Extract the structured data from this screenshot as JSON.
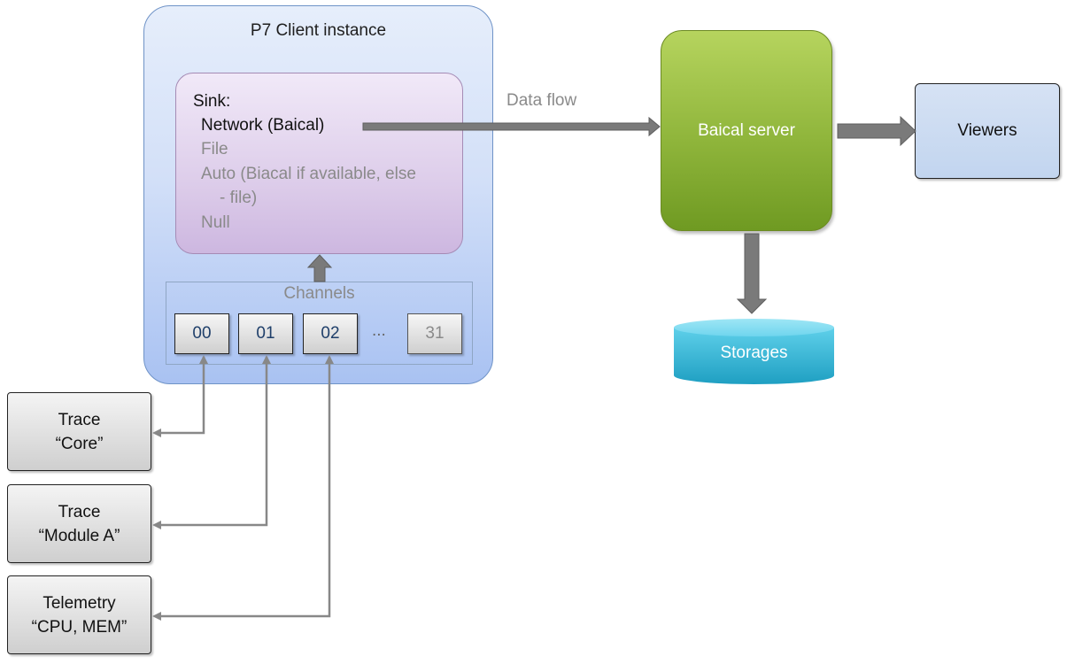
{
  "client": {
    "title": "P7 Client instance",
    "sink": {
      "label": "Sink:",
      "options": [
        "Network (Baical)",
        "File",
        "Auto (Biacal if available, else",
        "- file)",
        "Null"
      ]
    },
    "channels": {
      "title": "Channels",
      "items": [
        "00",
        "01",
        "02",
        "31"
      ],
      "ellipsis": "..."
    }
  },
  "sources": [
    {
      "line1": "Trace",
      "line2": "“Core”"
    },
    {
      "line1": "Trace",
      "line2": "“Module A”"
    },
    {
      "line1": "Telemetry",
      "line2": "“CPU, MEM”"
    }
  ],
  "data_flow_label": "Data flow",
  "server_label": "Baical server",
  "viewers_label": "Viewers",
  "storages_label": "Storages",
  "colors": {
    "client_border": "#6f93c7",
    "sink_fill": "#ddcdea",
    "server_fill": "#8fb53b",
    "storages_fill": "#3bb8d6",
    "viewers_fill": "#c9d9f0",
    "arrow": "#7a7a7a"
  }
}
